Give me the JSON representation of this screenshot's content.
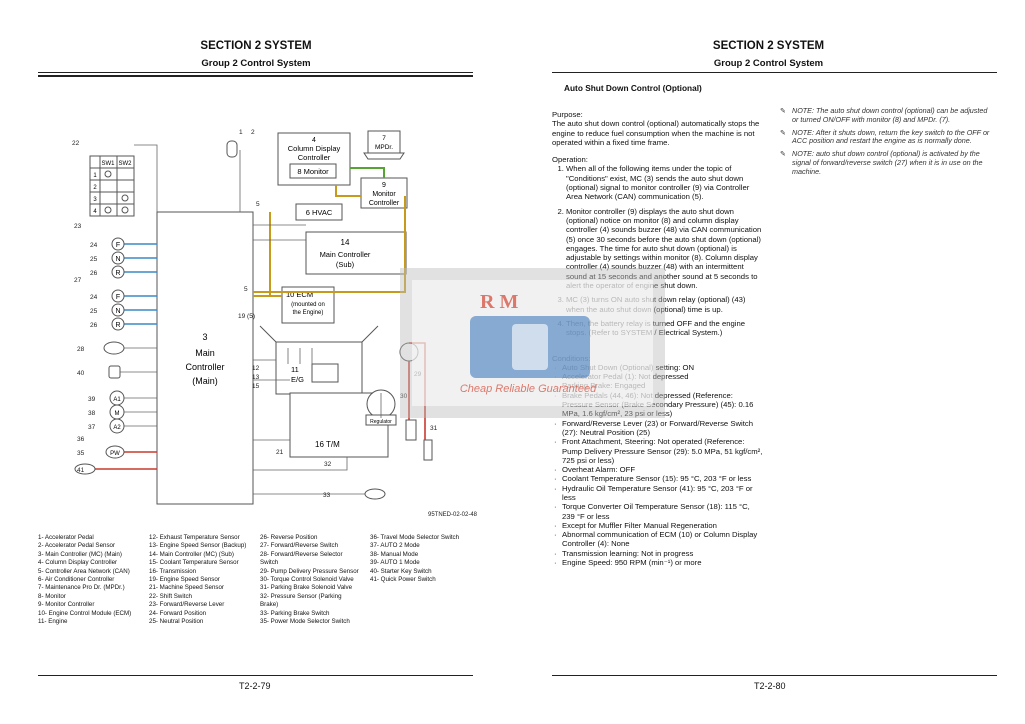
{
  "left": {
    "section": "SECTION 2 SYSTEM",
    "group": "Group 2 Control System",
    "fig_id": "95TNED-02-02-48",
    "page": "T2-2-79",
    "diagram": {
      "b4a": "4",
      "b4b": "Column Display",
      "b4c": "Controller",
      "b8": "8  Monitor",
      "b7a": "7",
      "b7b": "MPDr.",
      "b9a": "9",
      "b9b": "Monitor",
      "b9c": "Controller",
      "b6": "6  HVAC",
      "b14a": "14",
      "b14b": "Main Controller",
      "b14c": "(Sub)",
      "b10a": "10  ECM",
      "b10b": "(mounted on",
      "b10c": "the Engine)",
      "b11a": "11",
      "b11b": "E/G",
      "b3a": "3",
      "b3b": "Main",
      "b3c": "Controller",
      "b3d": "(Main)",
      "b16": "16  T/M",
      "regulator": "Regulator",
      "sw1": "SW1",
      "sw2": "SW2",
      "r1": "1",
      "r2": "2",
      "r3": "3",
      "r4": "4",
      "F": "F",
      "N": "N",
      "R": "R",
      "A1": "A1",
      "M": "M",
      "A2": "A2",
      "PW": "PW",
      "n1": "1",
      "n2": "2",
      "n5a": "5",
      "n5b": "5",
      "n195": "19 (5)",
      "n22": "22",
      "n23": "23",
      "n24a": "24",
      "n25a": "25",
      "n26a": "26",
      "n27": "27",
      "n24b": "24",
      "n25b": "25",
      "n26b": "26",
      "n28": "28",
      "n40": "40",
      "n39": "39",
      "n38": "38",
      "n37": "37",
      "n36": "36",
      "n35": "35",
      "n41": "41",
      "n12": "12",
      "n13": "13",
      "n15": "15",
      "n21": "21",
      "n29": "29",
      "n30": "30",
      "n31": "31",
      "n32": "32",
      "n33": "33"
    },
    "legend_cols": [
      [
        "1-    Accelerator Pedal",
        "2-    Accelerator Pedal Sensor",
        "3-    Main Controller (MC) (Main)",
        "4-    Column Display Controller",
        "5-    Controller Area Network (CAN)",
        "6-    Air Conditioner Controller",
        "7-    Maintenance Pro Dr. (MPDr.)",
        "8-    Monitor",
        "9-    Monitor Controller",
        "10-  Engine Control Module (ECM)",
        "11-  Engine"
      ],
      [
        "12-  Exhaust Temperature Sensor",
        "13-  Engine Speed Sensor (Backup)",
        "14-  Main Controller (MC) (Sub)",
        "15-  Coolant Temperature Sensor",
        "16-  Transmission",
        "19-  Engine Speed Sensor",
        "21-  Machine Speed Sensor",
        "22-  Shift Switch",
        "23-  Forward/Reverse Lever",
        "24-  Forward Position",
        "25-  Neutral Position"
      ],
      [
        "26-  Reverse Position",
        "27-  Forward/Reverse Switch",
        "28-  Forward/Reverse Selector",
        "        Switch",
        "29-  Pump Delivery Pressure Sensor",
        "30-  Torque Control Solenoid Valve",
        "31-  Parking Brake Solenoid Valve",
        "32-  Pressure Sensor (Parking",
        "        Brake)",
        "33-  Parking Brake Switch",
        "35-  Power Mode Selector Switch"
      ],
      [
        "36-  Travel Mode Selector Switch",
        "37-  AUTO 2 Mode",
        "38-  Manual Mode",
        "39-  AUTO 1 Mode",
        "40-  Starter Key Switch",
        "41-  Quick Power Switch"
      ]
    ]
  },
  "right": {
    "section": "SECTION 2 SYSTEM",
    "group": "Group 2 Control System",
    "title": "Auto Shut Down Control (Optional)",
    "purpose_head": "Purpose:",
    "purpose": "The auto shut down control (optional) automatically stops the engine to reduce fuel consumption when the machine is not operated within a fixed time frame.",
    "operation_head": "Operation:",
    "operation": [
      "When all of the following items under the topic of \"Conditions\" exist, MC (3) sends the auto shut down (optional) signal to monitor controller (9) via Controller Area Network (CAN) communication (5).",
      "Monitor controller (9) displays the auto shut down (optional) notice on monitor (8) and column display controller (4) sounds buzzer (48) via CAN communication (5) once 30 seconds before the auto shut down (optional) engages. The time for auto shut down (optional) is adjustable by settings within monitor (8). Column display controller (4) sounds buzzer (48) with an intermittent sound at 15 seconds and another sound at 5 seconds to alert the operator of engine shut down.",
      "MC (3) turns ON auto shut down relay (optional) (43) when the auto shut down (optional) time is up.",
      "Then, the battery relay is turned OFF and the engine stops. (Refer to SYSTEM / Electrical System.)"
    ],
    "conditions_head": "Conditions:",
    "conditions": [
      "Auto Shut Down (Optional) setting: ON",
      "Accelerator Pedal (1): Not depressed",
      "Parking Brake: Engaged",
      "Brake Pedals (44, 46): Not depressed (Reference: Pressure Sensor (Brake Secondary Pressure) (45): 0.16 MPa, 1.6 kgf/cm², 23 psi or less)",
      "Forward/Reverse Lever (23) or Forward/Reverse Switch (27): Neutral Position (25)",
      "Front Attachment, Steering: Not operated (Reference: Pump Delivery Pressure Sensor (29): 5.0 MPa, 51 kgf/cm², 725 psi or less)",
      "Overheat Alarm: OFF",
      "Coolant Temperature Sensor (15): 95 °C, 203 °F or less",
      "Hydraulic Oil Temperature Sensor (41): 95 °C, 203 °F or less",
      "Torque Converter Oil Temperature Sensor (18): 115 °C, 239 °F or less",
      "Except for Muffler Filter Manual Regeneration",
      "Abnormal communication of ECM (10) or Column Display Controller (4): None",
      "Transmission learning: Not in progress",
      "Engine Speed: 950 RPM (min⁻¹) or more"
    ],
    "notes": [
      "NOTE:   The auto shut down control (optional) can be adjusted or turned ON/OFF with monitor (8) and MPDr. (7).",
      "NOTE:   After it shuts down, return the key switch to the OFF or ACC position and restart the engine as is normally done.",
      "NOTE:   auto shut down control (optional) is activated by the signal of forward/reverse switch (27) when it is in use on the machine."
    ],
    "page": "T2-2-80"
  },
  "watermark": {
    "brand": "R M",
    "tagline": "Cheap Reliable Guaranteed"
  },
  "colors": {
    "can": "#c79a1c",
    "green": "#56a532",
    "blue": "#3b8ac6",
    "red": "#c83a2e",
    "line": "#555555"
  }
}
